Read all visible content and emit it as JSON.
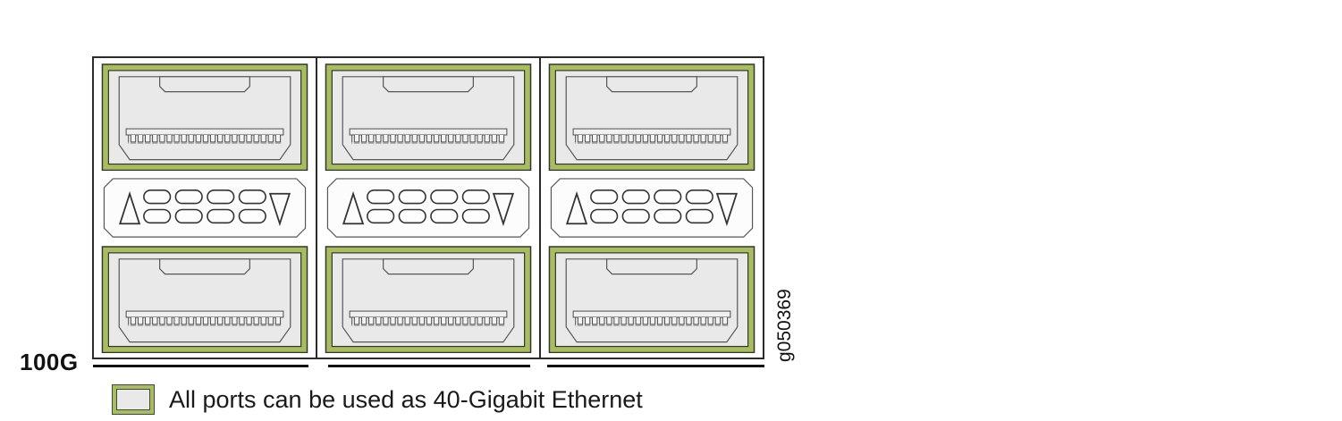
{
  "figure": {
    "code": "g050369",
    "group_label": "100G",
    "legend_text": "All ports can be used as 40-Gigabit Ethernet"
  },
  "colors": {
    "highlight_green": "#a7bd5e",
    "port_body_gray": "#e9e9e9",
    "outline_dark": "#333333"
  },
  "panel": {
    "columns": 3,
    "ports_per_column": 2,
    "total_ports": 6
  }
}
